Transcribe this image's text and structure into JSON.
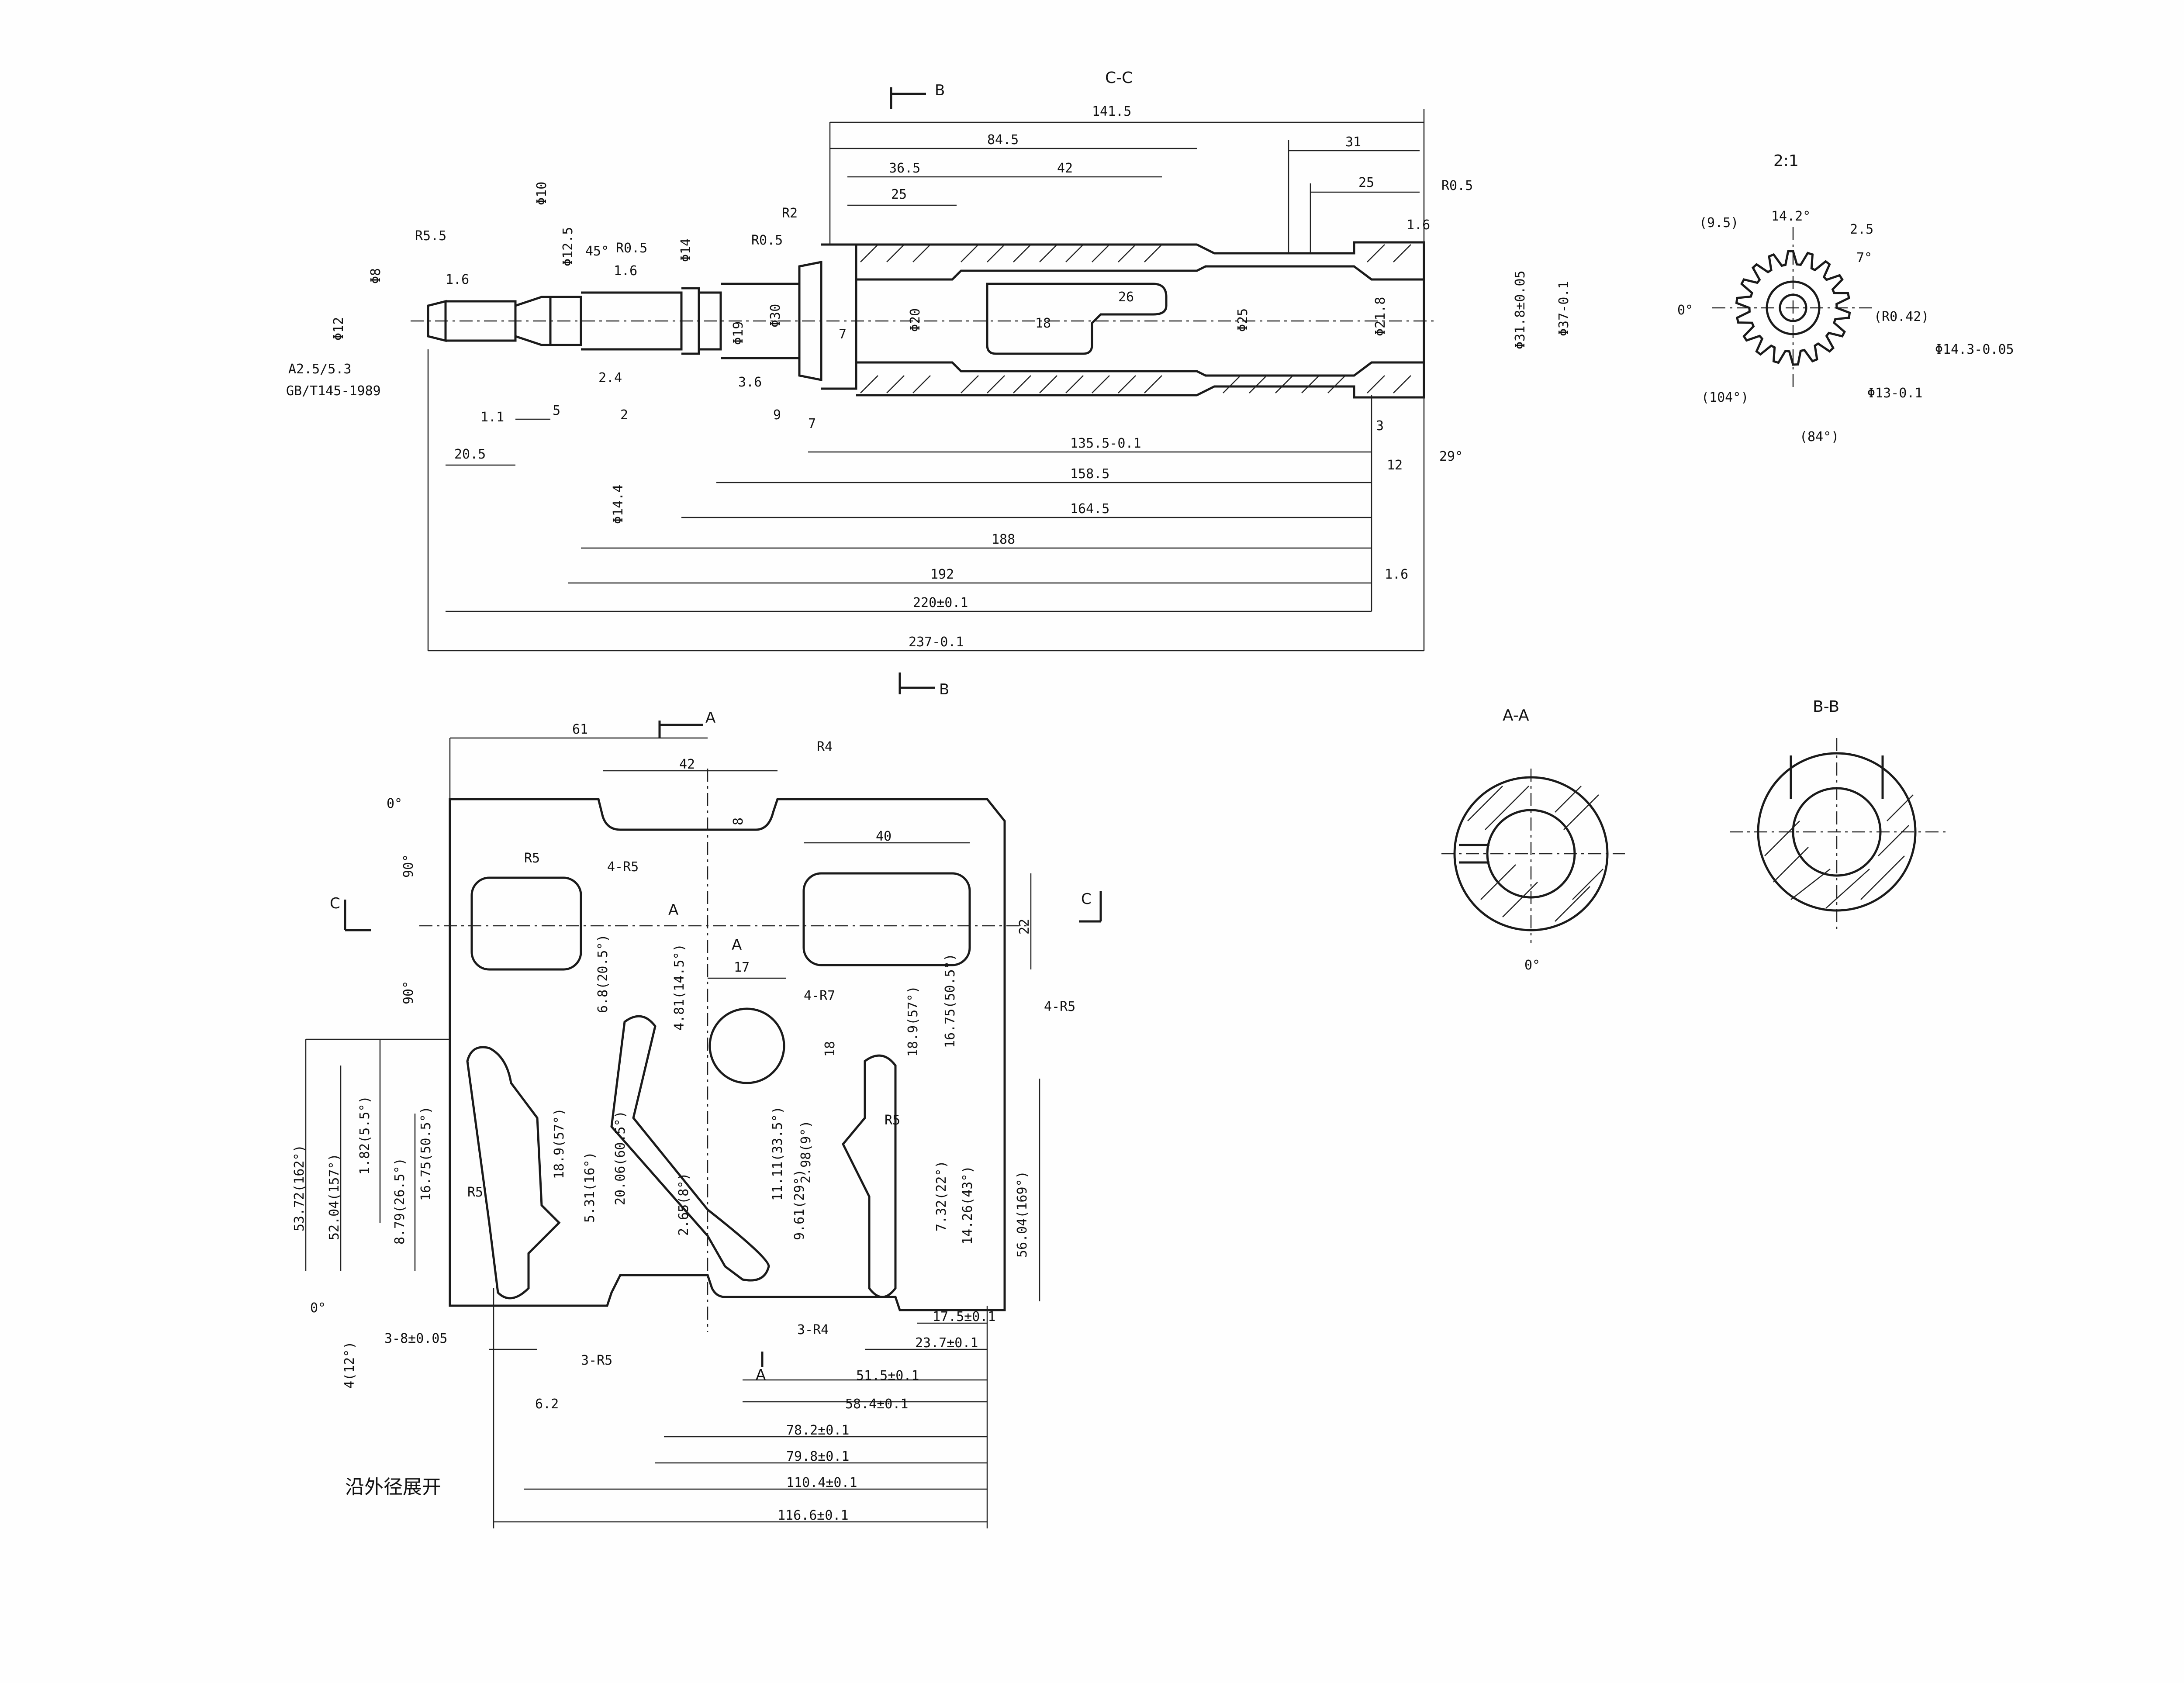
{
  "views": {
    "main_section_label": "C-C",
    "scale_label": "2:1",
    "section_aa_label": "A-A",
    "section_bb_label": "B-B",
    "cut_b_letter": "B",
    "cut_a_letter": "A",
    "cut_c_letter": "C",
    "zero_angle": "0°"
  },
  "shaft": {
    "notes": [
      "A2.5/5.3",
      "GB/T145-1989"
    ],
    "diameters": [
      "Φ8",
      "Φ12",
      "Φ12.5",
      "Φ10",
      "Φ14",
      "Φ19",
      "Φ30",
      "Φ20",
      "Φ25",
      "Φ21.8",
      "Φ31.8±0.05",
      "Φ37-0.1",
      "Φ14.4"
    ],
    "radii": [
      "R5.5",
      "R0.5",
      "R2",
      "R0.5"
    ],
    "surface": [
      "1.6",
      "1.6",
      "1.6",
      "1.6"
    ],
    "angles": [
      "45°",
      "29°"
    ],
    "top_dims": [
      "141.5",
      "84.5",
      "36.5",
      "42",
      "25",
      "31",
      "25"
    ],
    "inner_dims": [
      "26",
      "18",
      "7",
      "7",
      "9",
      "3.6",
      "2.4",
      "1.1",
      "5",
      "2",
      "20.5",
      "12",
      "3"
    ],
    "bottom_dims": [
      "135.5-0.1",
      "158.5",
      "164.5",
      "188",
      "192",
      "220±0.1",
      "237-0.1"
    ]
  },
  "detail": {
    "labels": [
      "(9.5)",
      "14.2°",
      "2.5",
      "7°",
      "(R0.42)",
      "Φ14.3-0.05",
      "(104°)",
      "Φ13-0.1",
      "(84°)",
      "0°"
    ]
  },
  "development": {
    "title": "沿外径展开",
    "top_dims": [
      "61",
      "42",
      "8",
      "40",
      "22",
      "17",
      "18"
    ],
    "radii": [
      "R4",
      "R5",
      "4-R5",
      "4-R7",
      "4-R5",
      "R5",
      "R5",
      "3-R5",
      "3-R4"
    ],
    "angles": [
      "0°",
      "90°",
      "90°",
      "0°"
    ],
    "vertical_dims": [
      "6.8(20.5°)",
      "4.81(14.5°)",
      "18.9(57°)",
      "16.75(50.5°)",
      "53.72(162°)",
      "52.04(157°)",
      "1.82(5.5°)",
      "8.79(26.5°)",
      "16.75(50.5°)",
      "18.9(57°)",
      "5.31(16°)",
      "20.06(60.5°)",
      "2.65(8°)",
      "11.11(33.5°)",
      "2.98(9°)",
      "9.61(29°)",
      "7.32(22°)",
      "14.26(43°)",
      "56.04(169°)",
      "4(12°)"
    ],
    "bottom_dims": [
      "3-8±0.05",
      "6.2",
      "17.5±0.1",
      "23.7±0.1",
      "51.5±0.1",
      "58.4±0.1",
      "78.2±0.1",
      "79.8±0.1",
      "110.4±0.1",
      "116.6±0.1"
    ]
  }
}
